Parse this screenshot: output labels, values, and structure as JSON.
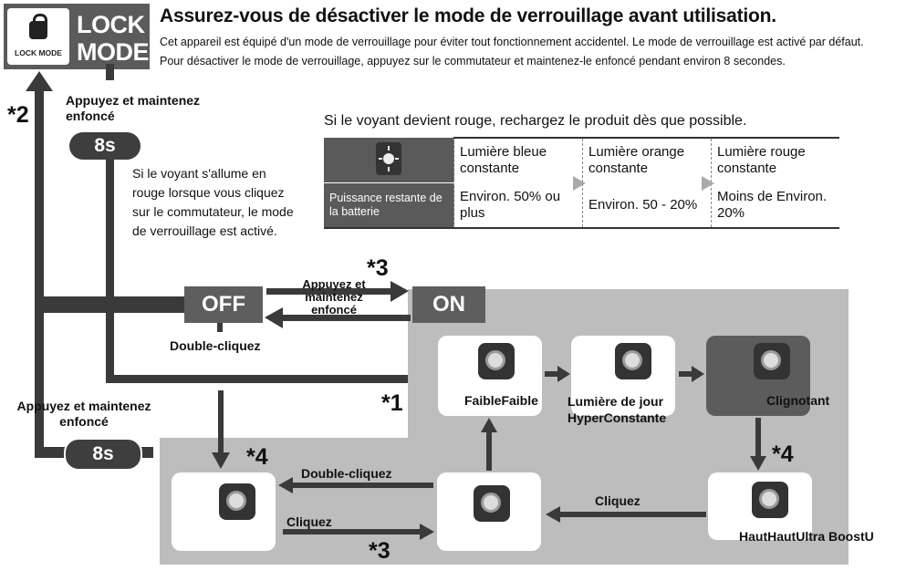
{
  "lock_mode": {
    "line1": "LOCK",
    "line2": "MODE",
    "icon_caption": "LOCK MODE",
    "icon": "lock-power-icon"
  },
  "heading": "Assurez-vous de désactiver le mode de verrouillage avant utilisation.",
  "intro": "Cet appareil est équipé d'un mode de verrouillage pour éviter tout fonctionnement accidentel. Le mode de verrouillage est activé par défaut. Pour désactiver le mode de verrouillage, appuyez sur le commutateur et maintenez-le enfoncé pendant environ 8 secondes.",
  "left_flow": {
    "star2": "*2",
    "hold_top": "Appuyez et maintenez enfoncé",
    "pill_top": "8s",
    "note": "Si le voyant s'allume en rouge lorsque vous cliquez sur le commutateur, le mode de verrouillage est activé.",
    "hold_bottom": "Appuyez et maintenez enfoncé",
    "pill_bottom": "8s"
  },
  "battery": {
    "title": "Si le voyant devient rouge, rechargez le produit dès que possible.",
    "row_label": "Puissance restante de la batterie",
    "states": [
      "Lumière bleue constante",
      "Lumière orange constante",
      "Lumière rouge constante"
    ],
    "levels": [
      "Environ. 50% ou plus",
      "Environ. 50 - 20%",
      "Moins de Environ. 20%"
    ]
  },
  "switch": {
    "off": "OFF",
    "on": "ON",
    "star3_top": "*3",
    "hold_label": "Appuyez et maintenez enfoncé",
    "double_click": "Double-cliquez"
  },
  "modes": {
    "star1": "*1",
    "faible": "FaibleFaible",
    "jour": "Lumière de jour HyperConstante",
    "clignotant": "Clignotant",
    "star4_right": "*4",
    "haut": "HautHautUltra BoostU",
    "cliquez_mid": "Cliquez",
    "double_click_bottom": "Double-cliquez",
    "cliquez_bottom": "Cliquez",
    "star4_left": "*4",
    "star3_bottom": "*3"
  }
}
